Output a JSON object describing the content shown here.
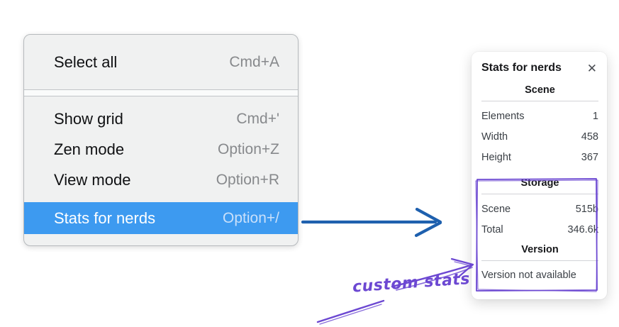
{
  "context_menu": {
    "items": [
      {
        "label": "Select all",
        "shortcut": "Cmd+A",
        "selected": false
      },
      {
        "label": "Show grid",
        "shortcut": "Cmd+'",
        "selected": false
      },
      {
        "label": "Zen mode",
        "shortcut": "Option+Z",
        "selected": false
      },
      {
        "label": "View mode",
        "shortcut": "Option+R",
        "selected": false
      },
      {
        "label": "Stats for nerds",
        "shortcut": "Option+/",
        "selected": true
      }
    ]
  },
  "stats_panel": {
    "title": "Stats for nerds",
    "close_glyph": "✕",
    "scene_section": {
      "heading": "Scene",
      "rows": [
        {
          "label": "Elements",
          "value": "1"
        },
        {
          "label": "Width",
          "value": "458"
        },
        {
          "label": "Height",
          "value": "367"
        }
      ]
    },
    "storage_section": {
      "heading": "Storage",
      "rows": [
        {
          "label": "Scene",
          "value": "515b"
        },
        {
          "label": "Total",
          "value": "346.6k"
        }
      ]
    },
    "version_section": {
      "heading": "Version",
      "note": "Version not available"
    }
  },
  "annotation": {
    "label": "custom stats"
  },
  "colors": {
    "menu_highlight": "#3d9af0",
    "menu_background": "#f0f1f1",
    "flow_arrow_blue": "#1e60ae",
    "annotation_purple": "#6c48d2",
    "panel_background": "#ffffff"
  }
}
